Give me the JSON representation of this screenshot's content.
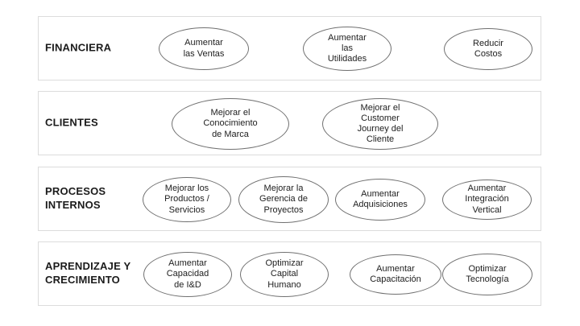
{
  "diagram": {
    "type": "balanced-scorecard-strategy-map",
    "colors": {
      "background": "#ffffff",
      "band_fill": "#ffffff",
      "band_border": "#dcdcdc",
      "ellipse_stroke": "#707070",
      "text": "#212121"
    }
  },
  "rows": [
    {
      "label": "FINANCIERA",
      "objectives": [
        {
          "text": "Aumentar\nlas Ventas"
        },
        {
          "text": "Aumentar\nlas\nUtilidades"
        },
        {
          "text": "Reducir\nCostos"
        }
      ]
    },
    {
      "label": "CLIENTES",
      "objectives": [
        {
          "text": "Mejorar el\nConocimiento\nde Marca"
        },
        {
          "text": "Mejorar el\nCustomer\nJourney del\nCliente"
        }
      ]
    },
    {
      "label": "PROCESOS\nINTERNOS",
      "objectives": [
        {
          "text": "Mejorar los\nProductos /\nServicios"
        },
        {
          "text": "Mejorar la\nGerencia de\nProyectos"
        },
        {
          "text": "Aumentar\nAdquisiciones"
        },
        {
          "text": "Aumentar\nIntegración\nVertical"
        }
      ]
    },
    {
      "label": "APRENDIZAJE Y\nCRECIMIENTO",
      "objectives": [
        {
          "text": "Aumentar\nCapacidad\nde I&D"
        },
        {
          "text": "Optimizar\nCapital\nHumano"
        },
        {
          "text": "Aumentar\nCapacitación"
        },
        {
          "text": "Optimizar\nTecnología"
        }
      ]
    }
  ]
}
